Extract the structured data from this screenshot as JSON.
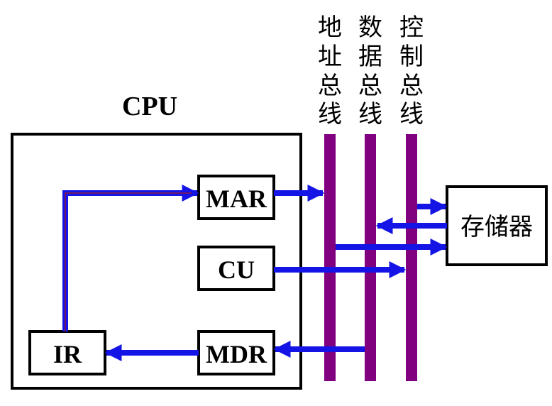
{
  "cpu": {
    "title": "CPU"
  },
  "registers": {
    "mar": "MAR",
    "cu": "CU",
    "ir": "IR",
    "mdr": "MDR"
  },
  "memory": {
    "label": "存储器"
  },
  "buses": [
    {
      "chars": [
        "地",
        "址",
        "总",
        "线"
      ]
    },
    {
      "chars": [
        "数",
        "据",
        "总",
        "线"
      ]
    },
    {
      "chars": [
        "控",
        "制",
        "总",
        "线"
      ]
    }
  ],
  "colors": {
    "bus": "#800080",
    "arrow": "#0000ff",
    "border": "#000000"
  }
}
